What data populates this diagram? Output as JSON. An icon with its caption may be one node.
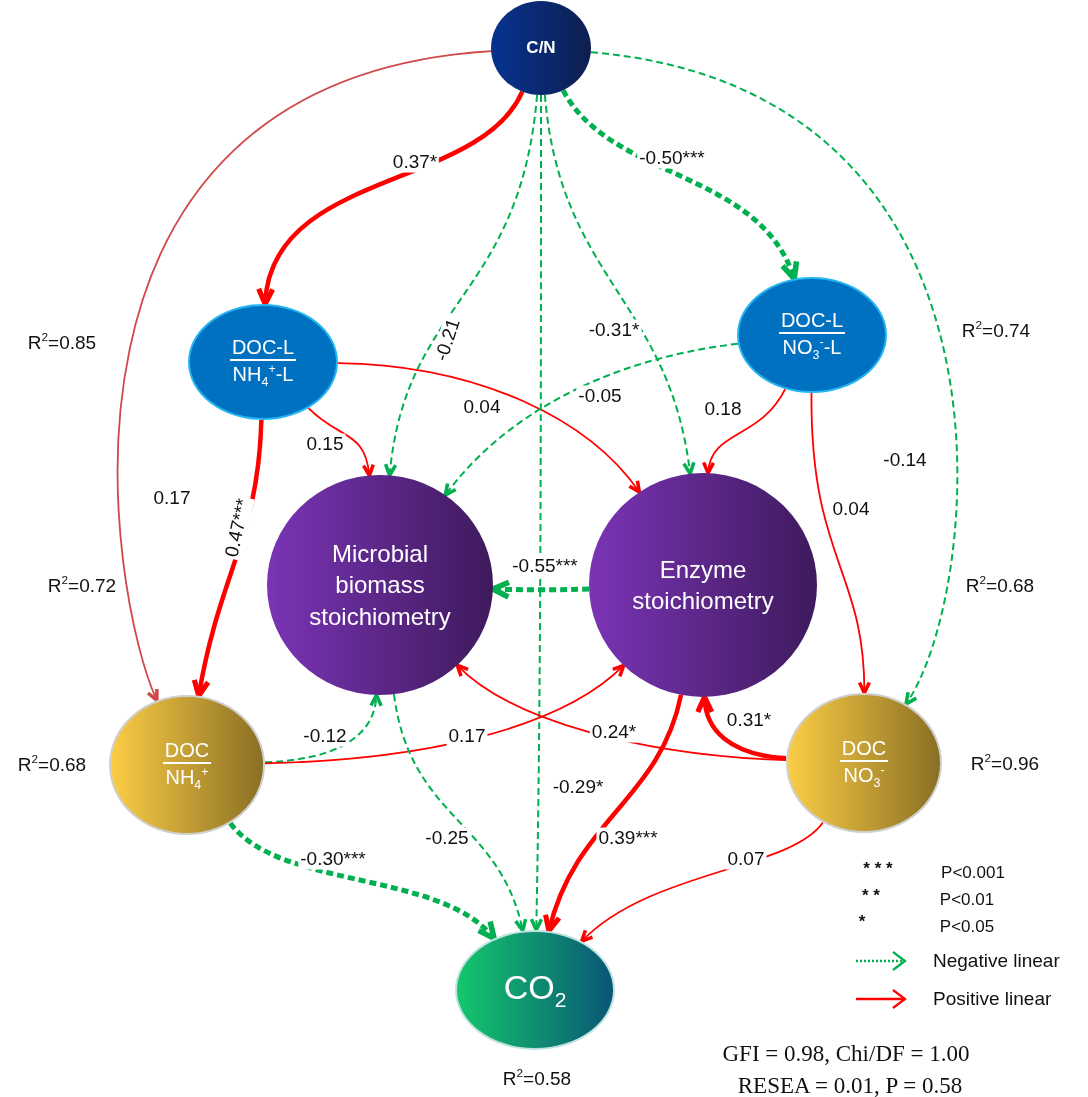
{
  "diagram": {
    "nodes": [
      {
        "text": [
          "C/N"
        ]
      },
      {
        "text": [
          "DOC-L",
          "NH$_{4}$$^{+}$-L"
        ]
      },
      {
        "text": [
          "DOC-L",
          "NO$_{3}$$^{-}$-L"
        ]
      },
      {
        "text": [
          "Microbial biomass stoichiometry"
        ]
      },
      {
        "text": [
          "Enzyme stoichiometry"
        ]
      },
      {
        "text": [
          "DOC",
          "NH$_{4}$$^{+}$"
        ],
        "beside": [
          "R$^{2}$=0.68"
        ]
      },
      {
        "text": [
          "DOC",
          "NO$_{3}$$^{-}$"
        ],
        "beside": [
          "R$^{2}$=0.96"
        ]
      },
      {
        "text": [
          "CO$_{2}$"
        ],
        "beside": [
          "R$^{2}$=0.58"
        ]
      }
    ],
    "edges": [
      {
        "from": 0,
        "to": 1,
        "arrow": "to",
        "label": "0.37*",
        "style": "thick"
      },
      {
        "from": 0,
        "to": 5,
        "arrow": "to",
        "label": "0.17",
        "color": "#d04848"
      },
      {
        "from": 0,
        "to": 3,
        "arrow": "to",
        "label": "-0.21",
        "style": "dashed",
        "color": "#00b050"
      },
      {
        "from": 0,
        "to": 7,
        "arrow": "to",
        "label": "-0.29*",
        "style": "dashed",
        "color": "#00b050"
      },
      {
        "from": 0,
        "to": 4,
        "arrow": "to",
        "label": "-0.31*",
        "style": "dashed",
        "color": "#00b050"
      },
      {
        "from": 0,
        "to": 2,
        "arrow": "to",
        "label": "-0.50***",
        "style": "dashed",
        "color": "#00b050"
      },
      {
        "from": 0,
        "to": 6,
        "arrow": "to",
        "label": "-0.14",
        "style": "dashed",
        "color": "#00b050"
      },
      {
        "from": 1,
        "to": 3,
        "arrow": "to",
        "label": "0.15"
      },
      {
        "from": 1,
        "to": 4,
        "arrow": "to",
        "label": "0.04"
      },
      {
        "from": 1,
        "to": 5,
        "arrow": "to",
        "label": "0.47***",
        "style": "thick"
      },
      {
        "from": 2,
        "to": 3,
        "arrow": "to",
        "label": "-0.05",
        "style": "dashed",
        "color": "#00b050"
      },
      {
        "from": 2,
        "to": 4,
        "arrow": "to",
        "label": "0.18"
      },
      {
        "from": 2,
        "to": 6,
        "arrow": "to",
        "label": "0.04"
      },
      {
        "from": 4,
        "to": 3,
        "arrow": "to",
        "label": "-0.55***",
        "style": "dashed",
        "color": "#00b050"
      },
      {
        "from": 5,
        "to": 3,
        "arrow": "to",
        "label": "-0.12",
        "style": "dashed",
        "color": "#00b050"
      },
      {
        "from": 5,
        "to": 4,
        "arrow": "to",
        "label": "0.17"
      },
      {
        "from": 6,
        "to": 3,
        "arrow": "to",
        "label": "0.24*"
      },
      {
        "from": 6,
        "to": 4,
        "arrow": "to",
        "label": "0.31*",
        "style": "thick"
      },
      {
        "from": 3,
        "to": 7,
        "arrow": "to",
        "label": "-0.25",
        "style": "dashed",
        "color": "#00b050"
      },
      {
        "from": 4,
        "to": 7,
        "arrow": "to",
        "label": "0.39***",
        "style": "thick"
      },
      {
        "from": 5,
        "to": 7,
        "arrow": "to",
        "label": "-0.30***",
        "style": "dashed",
        "color": "#00b050"
      },
      {
        "from": 6,
        "to": 7,
        "arrow": "to",
        "label": "0.07"
      }
    ],
    "labels": [
      "R$^{2}$=0.85",
      "R$^{2}$=0.74",
      "R$^{2}$=0.72",
      "R$^{2}$=0.68",
      "* * *",
      "P<0.001",
      "* *",
      "P<0.01",
      "*",
      "P<0.05",
      "GFI = 0.98, Chi/DF = 1.00",
      "RESEA = 0.01, P = 0.58"
    ],
    "legend": [
      {
        "text": "Negative linear"
      },
      {
        "text": "Positive linear"
      }
    ]
  }
}
